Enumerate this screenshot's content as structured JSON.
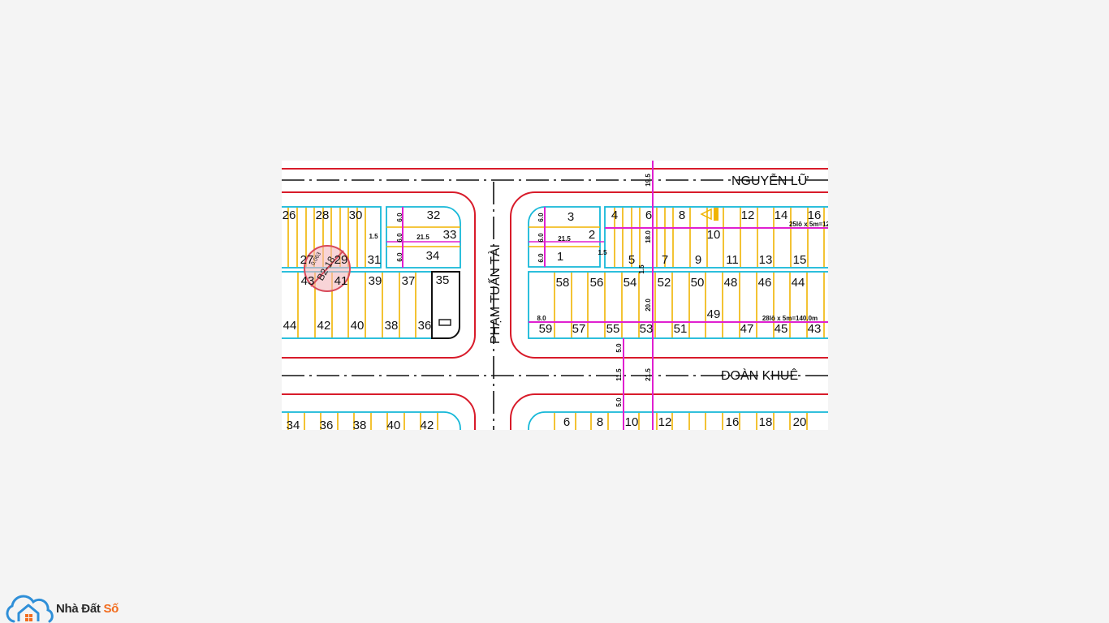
{
  "streets": {
    "top": "NGUYỄN LỮ",
    "bottom": "ĐOÀN KHUÊ",
    "vertical": "PHẠM TUẤN TÀI"
  },
  "lots": {
    "block_left_top": [
      "26",
      "28",
      "30",
      "27",
      "29",
      "31"
    ],
    "block_left_small": [
      "32",
      "33",
      "34"
    ],
    "block_left_bottom": [
      "43",
      "41",
      "39",
      "37",
      "35",
      "44",
      "42",
      "40",
      "38",
      "36"
    ],
    "block_right_top_small": [
      "3",
      "2",
      "1"
    ],
    "block_right_top": [
      "4",
      "6",
      "8",
      "12",
      "14",
      "16",
      "10",
      "5",
      "7",
      "9",
      "11",
      "13",
      "15"
    ],
    "block_right_bottom": [
      "58",
      "56",
      "54",
      "52",
      "50",
      "48",
      "46",
      "44",
      "49",
      "59",
      "57",
      "55",
      "53",
      "51",
      "47",
      "45",
      "43"
    ],
    "bottom_row_left": [
      "34",
      "36",
      "38",
      "40",
      "42"
    ],
    "bottom_row_right": [
      "6",
      "8",
      "10",
      "12",
      "16",
      "18",
      "20"
    ]
  },
  "dimensions": {
    "d_6_0": "6.0",
    "d_1_5": "1.5",
    "d_21_5": "21.5",
    "d_19_5": "19.5",
    "d_18_0": "18.0",
    "d_20_0": "20.0",
    "d_8_0": "8.0",
    "d_5_0": "5.0",
    "d_11_5": "11.5"
  },
  "notes": {
    "top_row_summary": "25lô x 5m=12",
    "bottom_block_summary": "28lô x 5m=140.0m"
  },
  "stamp": {
    "text": "B2-18",
    "small": "0.063"
  },
  "logo": {
    "name_main": "Nhà Đất",
    "name_accent": "Số",
    "icon": "house-cloud-icon"
  },
  "colors": {
    "road_edge": "#d81b2a",
    "lot_border": "#16b8d8",
    "lot_divider": "#f0b400",
    "dimension_line": "#e020d0",
    "center_line": "#111111",
    "logo_blue": "#2f8fd8",
    "logo_orange": "#f26c1d"
  }
}
